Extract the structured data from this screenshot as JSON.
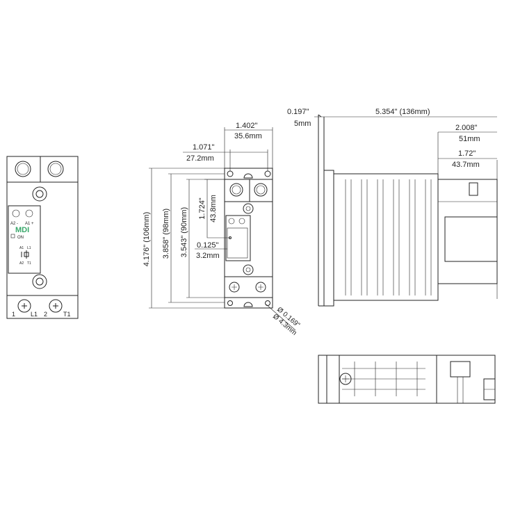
{
  "front_view": {
    "brand": "MDI",
    "indicator": "ON",
    "coil_terminals": {
      "a2": "A2 -",
      "a1": "A1 +"
    },
    "schematic_labels": {
      "a1": "A1",
      "l1": "L1",
      "a2": "A2",
      "t1": "T1"
    },
    "terminal_labels": {
      "t1_num": "1",
      "l1": "L1",
      "t2_num": "2",
      "t1": "T1"
    },
    "brand_color": "#3aa86b"
  },
  "dimensions": {
    "width_in": "1.402\"",
    "width_mm": "35.6mm",
    "hole_spacing_in": "1.071\"",
    "hole_spacing_mm": "27.2mm",
    "height_overall": "4.176\" (106mm)",
    "height_holes": "3.858\" (98mm)",
    "height_body": "3.543\" (90mm)",
    "led_offset_in": "1.724\"",
    "led_offset_mm": "43.8mm",
    "led_x_in": "0.125\"",
    "led_x_mm": "3.2mm",
    "hole_dia_in": "Ø 0.169\"",
    "hole_dia_mm": "Ø 4.3mm",
    "rail_in": "0.197\"",
    "rail_mm": "5mm",
    "depth_total": "5.354\" (136mm)",
    "module_depth_in": "2.008\"",
    "module_depth_mm": "51mm",
    "module_body_in": "1.72\"",
    "module_body_mm": "43.7mm"
  }
}
